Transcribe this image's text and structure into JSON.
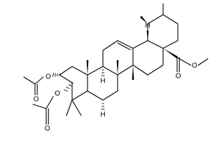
{
  "molecule": {
    "atom_labels": {
      "o_acetate_top_ester": "O",
      "o_acetate_top_carbonyl": "O",
      "o_acetate_bottom_ester": "O",
      "o_acetate_bottom_carbonyl": "O",
      "o_methyl_ester": "O",
      "o_ester_carbonyl": "O",
      "h_ring_cd_junction": "H",
      "h_ring_ab_junction": "H",
      "h_ring_e_junction": "H"
    }
  }
}
